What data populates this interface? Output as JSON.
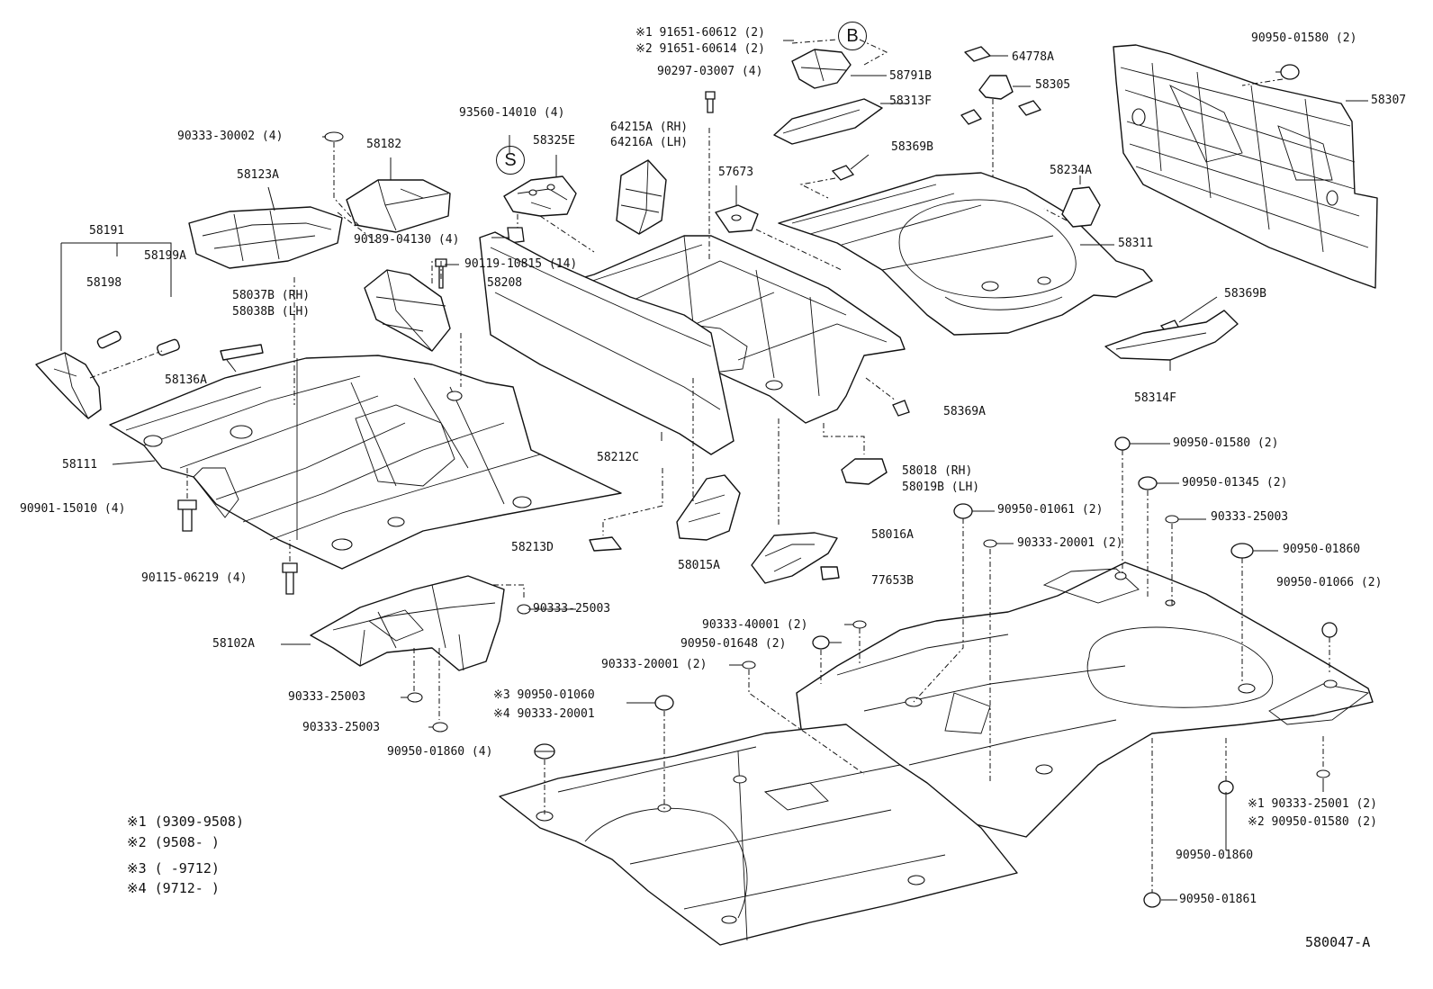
{
  "diagram_id": "580047-A",
  "circled_markers": {
    "b": "B",
    "s": "S"
  },
  "labels": {
    "p58191": "58191",
    "p58198": "58198",
    "p58199a": "58199A",
    "p58123a": "58123A",
    "p58182": "58182",
    "p90333_30002": "90333-30002 (4)",
    "p58037b": "58037B (RH)",
    "p58038b": "58038B (LH)",
    "p58136a": "58136A",
    "p58111": "58111",
    "p90901": "90901-15010 (4)",
    "p90115": "90115-06219 (4)",
    "p58102a": "58102A",
    "p90333_25003_a": "90333-25003",
    "p90333_25003_b": "90333-25003",
    "p90333_25003_c": "90333-25003",
    "p93560": "93560-14010 (4)",
    "p58325e": "58325E",
    "p90189": "90189-04130 (4)",
    "p90119": "90119-10815 (14)",
    "p64215a": "64215A (RH)",
    "p64216a": "64216A (LH)",
    "p58208": "58208",
    "p58212c": "58212C",
    "p58213d": "58213D",
    "p58015a": "58015A",
    "p57673": "57673",
    "p58016a": "58016A",
    "p77653b": "77653B",
    "p58018": "58018  (RH)",
    "p58019b": "58019B (LH)",
    "p58369a": "58369A",
    "p91651_60612": "※1 91651-60612 (2)",
    "p91651_60614": "※2 91651-60614 (2)",
    "p90297": "90297-03007 (4)",
    "p58791b": "58791B",
    "p64778a": "64778A",
    "p58305": "58305",
    "p58313f": "58313F",
    "p58369b_a": "58369B",
    "p58234a": "58234A",
    "p58311": "58311",
    "p58369b_b": "58369B",
    "p58314f": "58314F",
    "p90950_01580_top": "90950-01580 (2)",
    "p58307": "58307",
    "p90950_01580": "90950-01580 (2)",
    "p90950_01345": "90950-01345 (2)",
    "p90950_01061": "90950-01061 (2)",
    "p90333_25003_d": "90333-25003",
    "p90333_20001_a": "90333-20001 (2)",
    "p90950_01860_a": "90950-01860",
    "p90950_01066": "90950-01066 (2)",
    "p90333_40001": "90333-40001 (2)",
    "p90950_01648": "90950-01648 (2)",
    "p90333_20001_b": "90333-20001 (2)",
    "p90950_01060": "※3 90950-01060",
    "p90333_20001_c": "※4 90333-20001",
    "p90950_01860_b": "90950-01860 (4)",
    "p90333_25001": "※1 90333-25001 (2)",
    "p90950_01580_b": "※2 90950-01580 (2)",
    "p90950_01860_c": "90950-01860",
    "p90950_01861": "90950-01861"
  },
  "legend": [
    "※1 (9309-9508)",
    "※2 (9508-      )",
    "※3 (       -9712)",
    "※4 (9712-      )"
  ]
}
